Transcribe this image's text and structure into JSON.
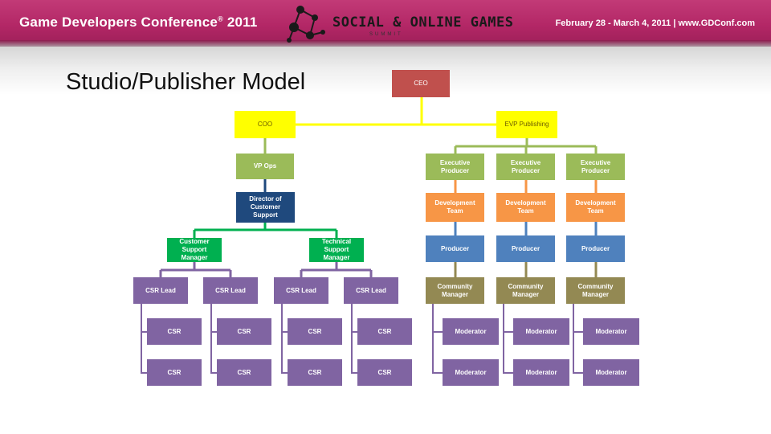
{
  "banner": {
    "conference": "Game Developers Conference",
    "registered": "®",
    "year": " 2011",
    "logo_text": "SOCIAL & ONLINE GAMES",
    "logo_sub": "SUMMIT",
    "dates": "February 28 - March 4, 2011 | www.GDConf.com"
  },
  "slide": {
    "title": "Studio/Publisher Model"
  },
  "org": {
    "ceo": "CEO",
    "coo": "COO",
    "evp": "EVP Publishing",
    "vp_ops": "VP Ops",
    "director": "Director of Customer Support",
    "cs_manager": "Customer Support Manager",
    "tech_manager": "Technical Support Manager",
    "csr_lead": "CSR Lead",
    "csr": "CSR",
    "exec_producer": "Executive Producer",
    "dev_team": "Development Team",
    "producer": "Producer",
    "community_manager": "Community Manager",
    "moderator": "Moderator"
  },
  "colors": {
    "ceo": "#c0504d",
    "tier2": "#ffff00",
    "vp": "#9bbb59",
    "director": "#1f497d",
    "managers": "#00b050",
    "csr": "#8064a2",
    "dev_team": "#f79646",
    "producer": "#4f81bd",
    "community": "#938953"
  }
}
